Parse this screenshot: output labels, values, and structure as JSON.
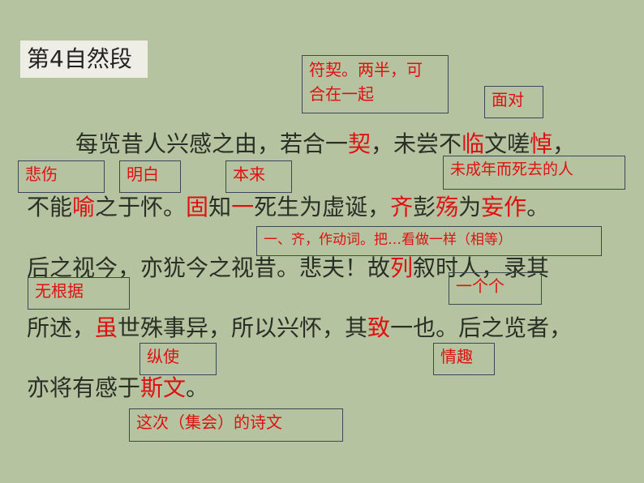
{
  "title": "第4自然段",
  "lines": [
    {
      "segments": [
        [
          "每览昔人兴感之由，若合一",
          false
        ],
        [
          "契",
          true
        ],
        [
          "，未尝不",
          false
        ],
        [
          "临",
          true
        ],
        [
          "文嗟",
          false
        ],
        [
          "悼",
          true
        ],
        [
          "，",
          false
        ]
      ]
    },
    {
      "segments": [
        [
          "不能",
          false
        ],
        [
          "喻",
          true
        ],
        [
          "之于怀。",
          false
        ],
        [
          "固",
          true
        ],
        [
          "知",
          false
        ],
        [
          "一",
          true
        ],
        [
          "死生为虚诞，",
          false
        ],
        [
          "齐",
          true
        ],
        [
          "彭",
          false
        ],
        [
          "殇",
          true
        ],
        [
          "为",
          false
        ],
        [
          "妄作",
          true
        ],
        [
          "。",
          false
        ]
      ]
    },
    {
      "segments": [
        [
          "后之视今，亦犹今之视昔。悲夫！故",
          false
        ],
        [
          "列",
          true
        ],
        [
          "叙时人，录其",
          false
        ]
      ]
    },
    {
      "segments": [
        [
          "所述，",
          false
        ],
        [
          "虽",
          true
        ],
        [
          "世殊事异，所以兴怀，其",
          false
        ],
        [
          "致",
          true
        ],
        [
          "一也。后之览者，",
          false
        ]
      ]
    },
    {
      "segments": [
        [
          "亦将有感于",
          false
        ],
        [
          "斯文",
          true
        ],
        [
          "。",
          false
        ]
      ]
    }
  ],
  "notes": {
    "qi": "符契。两半，可\n合在一起",
    "lin": "面对",
    "dao": "未成年而死去的人",
    "bei": "悲伤",
    "yu": "明白",
    "gu": "本来",
    "yiqi": "一、齐，作动词。把…看做一样（相等）",
    "lie": "一个个",
    "wang": "无根据",
    "sui": "纵使",
    "zhi": "情趣",
    "siwen": "这次（集会）的诗文"
  }
}
